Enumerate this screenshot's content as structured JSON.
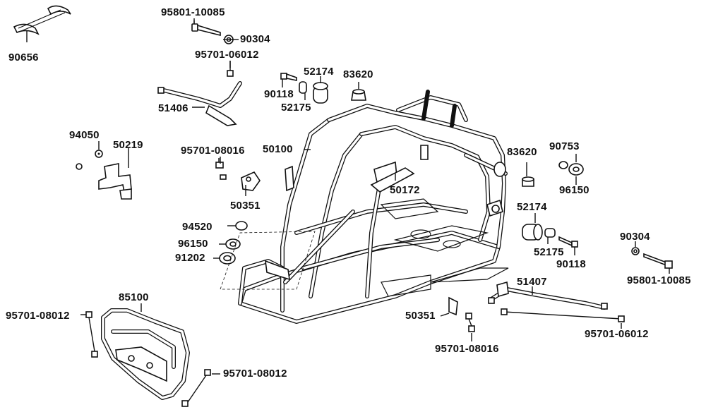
{
  "diagram": {
    "labels": [
      {
        "id": "90656",
        "text": "90656"
      },
      {
        "id": "95801-10085-top",
        "text": "95801-10085"
      },
      {
        "id": "90304-top",
        "text": "90304"
      },
      {
        "id": "95701-06012-top",
        "text": "95701-06012"
      },
      {
        "id": "51406",
        "text": "51406"
      },
      {
        "id": "90118-top",
        "text": "90118"
      },
      {
        "id": "52174-top",
        "text": "52174"
      },
      {
        "id": "83620-top",
        "text": "83620"
      },
      {
        "id": "52175-top",
        "text": "52175"
      },
      {
        "id": "94050",
        "text": "94050"
      },
      {
        "id": "50219",
        "text": "50219"
      },
      {
        "id": "95701-08016-top",
        "text": "95701-08016"
      },
      {
        "id": "50100",
        "text": "50100"
      },
      {
        "id": "50351-top",
        "text": "50351"
      },
      {
        "id": "50172",
        "text": "50172"
      },
      {
        "id": "83620-right",
        "text": "83620"
      },
      {
        "id": "90753",
        "text": "90753"
      },
      {
        "id": "96150-right",
        "text": "96150"
      },
      {
        "id": "52174-right",
        "text": "52174"
      },
      {
        "id": "94520",
        "text": "94520"
      },
      {
        "id": "96150-left",
        "text": "96150"
      },
      {
        "id": "91202",
        "text": "91202"
      },
      {
        "id": "52175-right",
        "text": "52175"
      },
      {
        "id": "90118-right",
        "text": "90118"
      },
      {
        "id": "90304-right",
        "text": "90304"
      },
      {
        "id": "95801-10085-right",
        "text": "95801-10085"
      },
      {
        "id": "85100",
        "text": "85100"
      },
      {
        "id": "51407",
        "text": "51407"
      },
      {
        "id": "95701-08012-left",
        "text": "95701-08012"
      },
      {
        "id": "50351-bottom",
        "text": "50351"
      },
      {
        "id": "95701-06012-bottom",
        "text": "95701-06012"
      },
      {
        "id": "95701-08016-bottom",
        "text": "95701-08016"
      },
      {
        "id": "95701-08012-bottom",
        "text": "95701-08012"
      }
    ]
  }
}
